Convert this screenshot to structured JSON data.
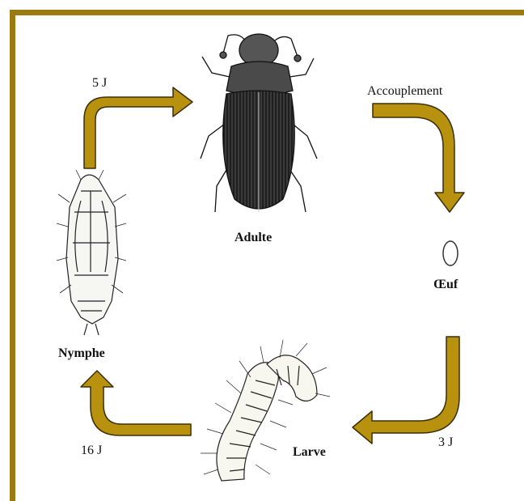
{
  "stages": {
    "adult": "Adulte",
    "egg": "Œuf",
    "larva": "Larve",
    "pupa": "Nymphe"
  },
  "transitions": {
    "mating": "Accouplement",
    "egg_to_larva": "3 J",
    "larva_to_pupa": "16 J",
    "pupa_to_adult": "5 J"
  },
  "colors": {
    "frame": "#9b7a12",
    "arrow": "#b8920f",
    "arrow_outline": "#3a2e05",
    "text": "#111111"
  }
}
